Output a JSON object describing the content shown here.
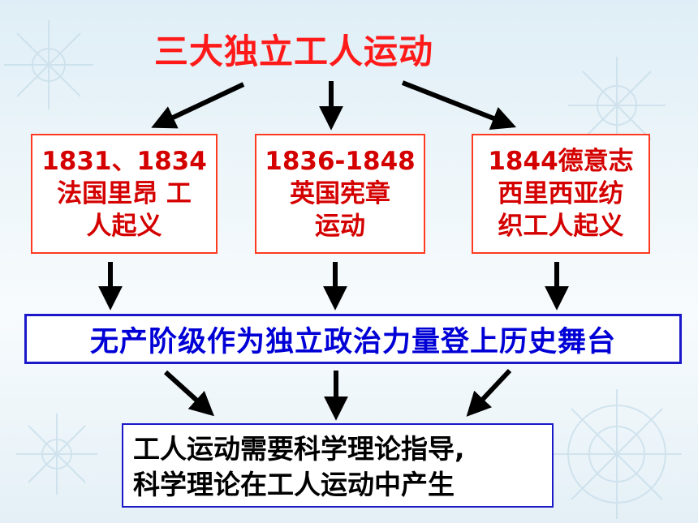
{
  "title": "三大独立工人运动",
  "events": [
    {
      "lines": [
        "1831、1834",
        "法国里昂 工",
        "人起义"
      ]
    },
    {
      "lines": [
        "1836-1848",
        "英国宪章",
        "运动"
      ]
    },
    {
      "lines": [
        "1844德意志",
        "西里西亚纺",
        "织工人起义"
      ]
    }
  ],
  "middle": "无产阶级作为独立政治力量登上历史舞台",
  "bottom": {
    "lines": [
      "工人运动需要科学理论指导,",
      "科学理论在工人运动中产生"
    ]
  },
  "colors": {
    "title": "#ff1a1a",
    "event_border": "#ff3b1f",
    "event_text": "#d40000",
    "middle_border": "#1a18c8",
    "middle_text": "#0000d6",
    "arrow": "#000000"
  }
}
